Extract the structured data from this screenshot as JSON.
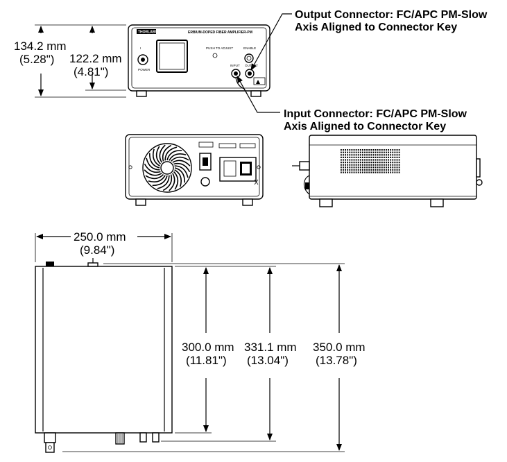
{
  "front_view": {
    "brand": "THORLABS",
    "product": "ERBIUM-DOPED FIBER AMPLIFIER-PM",
    "power_label": "POWER",
    "push_label": "PUSH TO ADJUST",
    "enable_label": "ENABLE",
    "input_label": "INPUT",
    "output_label": "OUTPUT"
  },
  "dimensions": {
    "height_total_mm": "134.2 mm",
    "height_total_in": "(5.28\")",
    "height_body_mm": "122.2 mm",
    "height_body_in": "(4.81\")",
    "width_mm": "250.0 mm",
    "width_in": "(9.84\")",
    "depth_body_mm": "300.0 mm",
    "depth_body_in": "(11.81\")",
    "depth_mid_mm": "331.1 mm",
    "depth_mid_in": "(13.04\")",
    "depth_total_mm": "350.0 mm",
    "depth_total_in": "(13.78\")"
  },
  "callouts": {
    "output_line1": "Output Connector: FC/APC PM-Slow",
    "output_line2": "Axis Aligned to Connector Key",
    "input_line1": "Input Connector: FC/APC PM-Slow",
    "input_line2": "Axis Aligned to Connector Key"
  },
  "colors": {
    "ink": "#000000",
    "paper": "#ffffff"
  }
}
